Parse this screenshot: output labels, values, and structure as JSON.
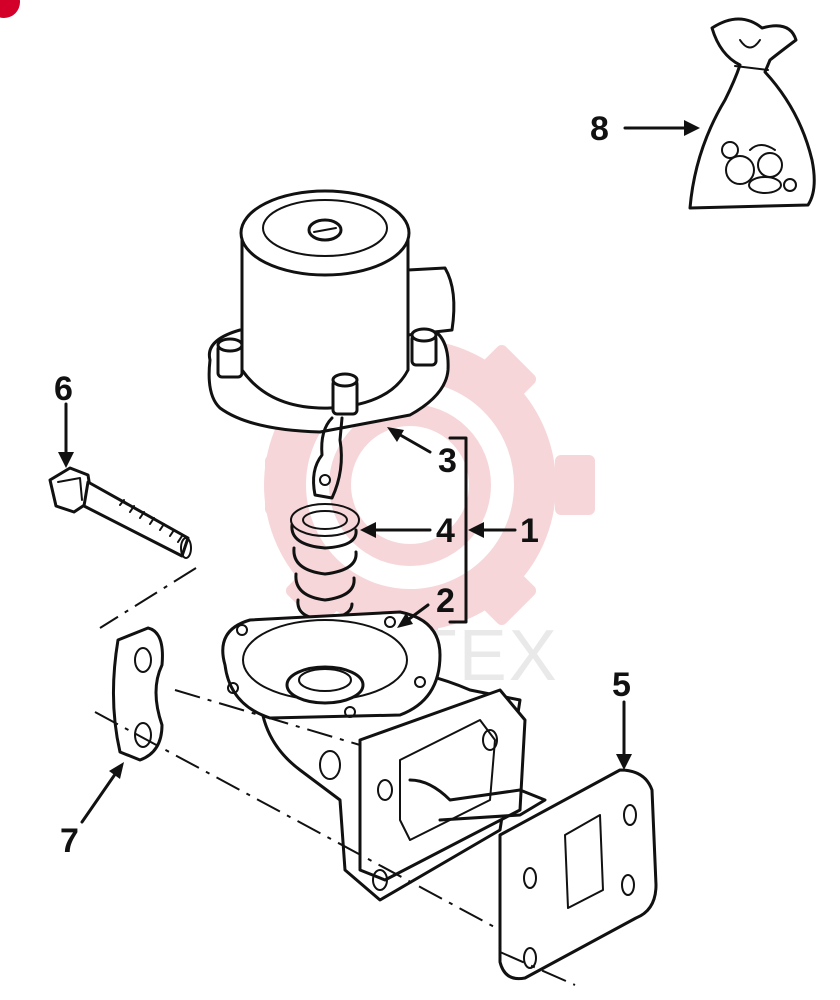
{
  "watermark": {
    "text": "ИНТЕХ",
    "color": "#f4c9cc"
  },
  "corner_mark_color": "#d3002a",
  "callouts": {
    "c1": "1",
    "c2": "2",
    "c3": "3",
    "c4": "4",
    "c5": "5",
    "c6": "6",
    "c7": "7",
    "c8": "8"
  },
  "parts": {
    "p1": {
      "icon": "fuel-pump-assembly-icon"
    },
    "p2": {
      "icon": "gasket-icon"
    },
    "p3": {
      "icon": "pump-cover-icon"
    },
    "p4": {
      "icon": "spring-icon"
    },
    "p5": {
      "icon": "flange-gasket-icon"
    },
    "p6": {
      "icon": "bolt-icon"
    },
    "p7": {
      "icon": "spacer-plate-icon"
    },
    "p8": {
      "icon": "repair-kit-bag-icon"
    }
  }
}
